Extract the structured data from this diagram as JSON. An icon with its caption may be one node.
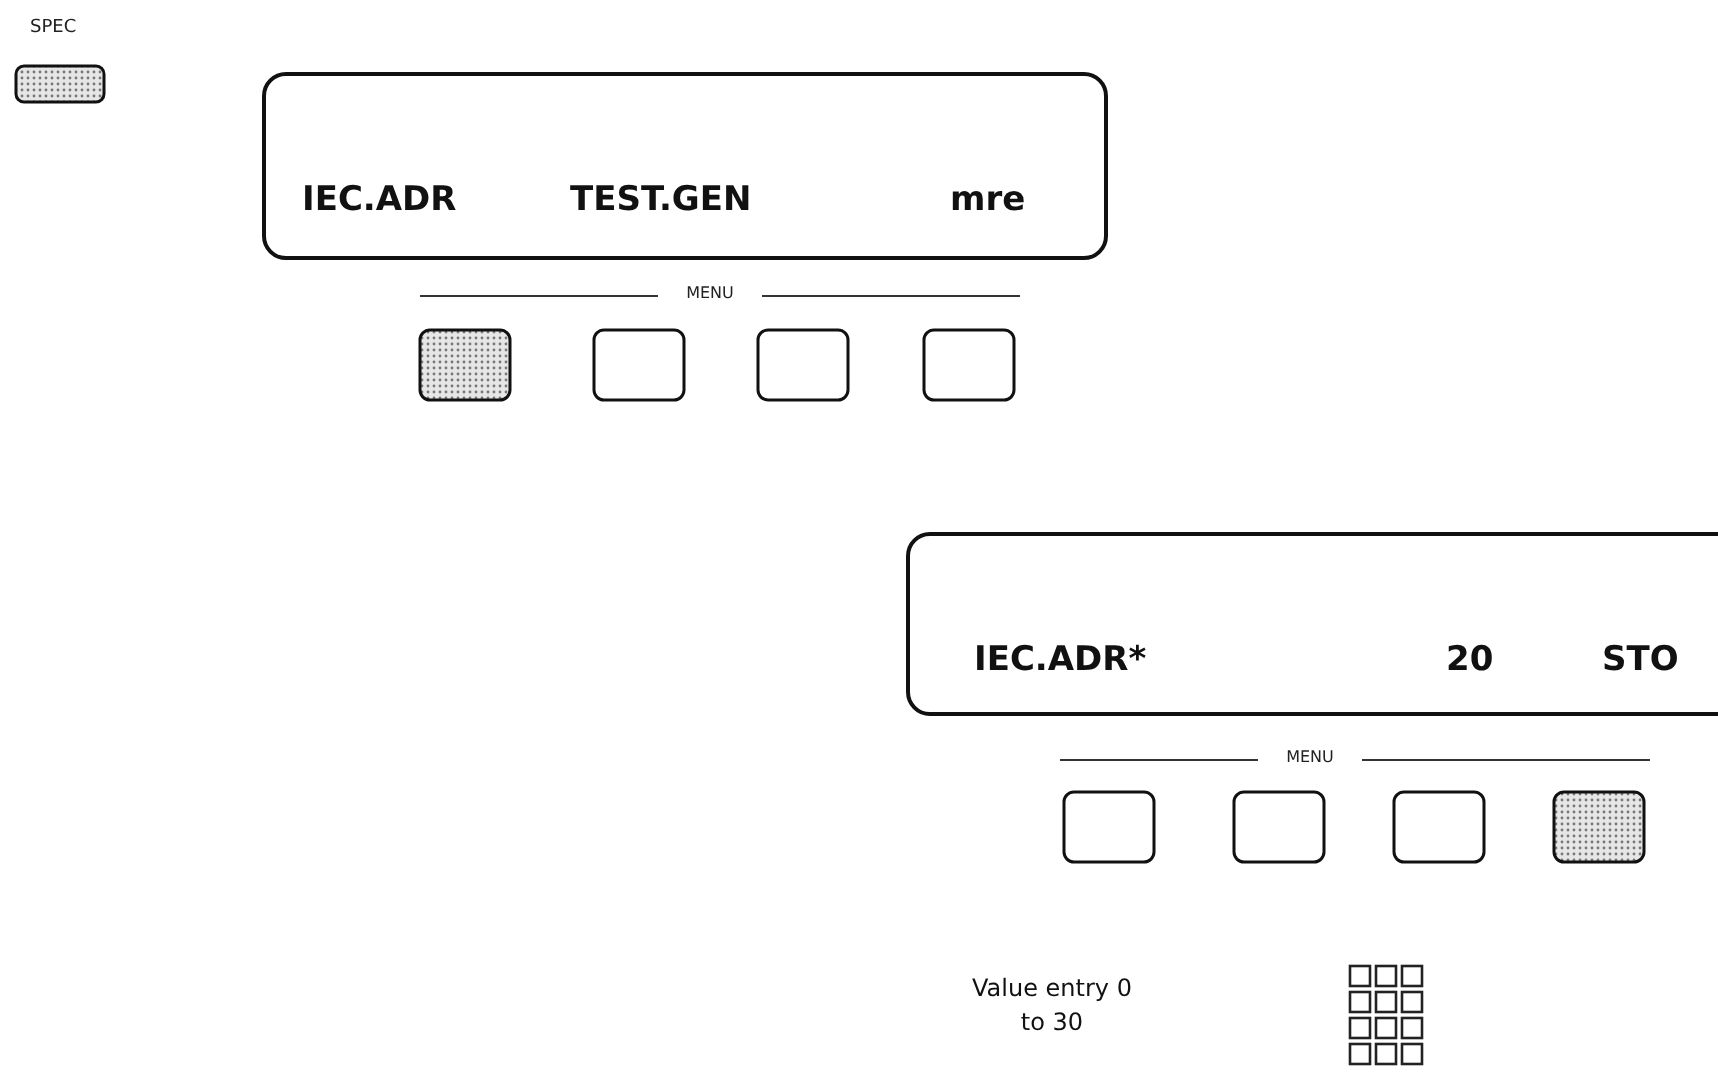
{
  "diagram": {
    "nodes": [
      {
        "text": [
          "SPEC"
        ]
      },
      {
        "text": [
          "IEC.ADR",
          "TEST.GEN",
          "mre"
        ]
      },
      {
        "text": [
          "IEC.ADR*",
          "20",
          "STO"
        ]
      }
    ],
    "labels": [
      "MENU",
      "MENU",
      "Value entry 0 to 30"
    ]
  }
}
